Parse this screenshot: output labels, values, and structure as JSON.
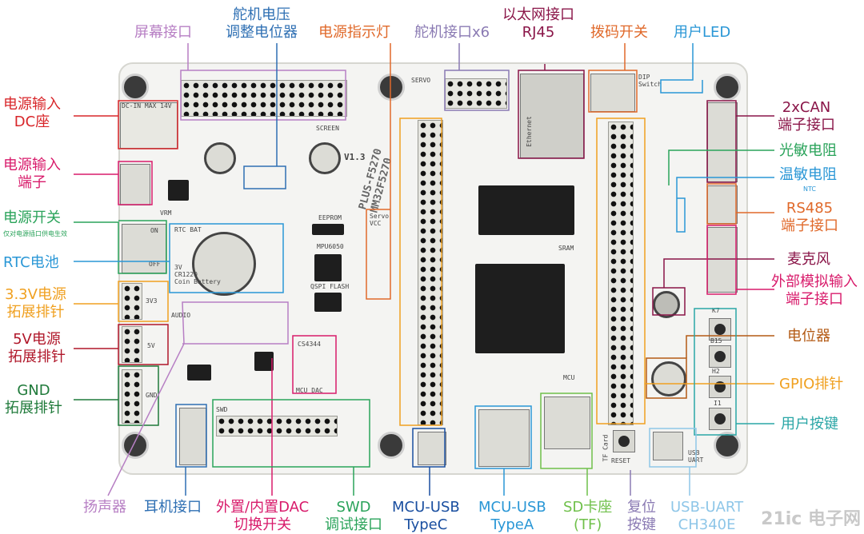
{
  "top": [
    {
      "text": "屏幕接口",
      "color": "#b77fc4"
    },
    {
      "text": "舵机电压\n调整电位器",
      "color": "#2e6fb3"
    },
    {
      "text": "电源指示灯",
      "color": "#e0692a"
    },
    {
      "text": "舵机接口x6",
      "color": "#8a7ab3"
    },
    {
      "text": "以太网接口\nRJ45",
      "color": "#8a1548"
    },
    {
      "text": "拨码开关",
      "color": "#e0692a"
    },
    {
      "text": "用户LED",
      "color": "#2a97d6"
    }
  ],
  "left": [
    {
      "text": "电源输入\nDC座",
      "color": "#d8262a"
    },
    {
      "text": "电源输入\n端子",
      "color": "#d81b6b"
    },
    {
      "text": "电源开关",
      "color": "#2aa35a",
      "sub": "仅对电源插口供电生效"
    },
    {
      "text": "RTC电池",
      "color": "#2a97d6"
    },
    {
      "text": "3.3V电源\n拓展排针",
      "color": "#f0a020"
    },
    {
      "text": "5V电源\n拓展排针",
      "color": "#b0172a"
    },
    {
      "text": "GND\n拓展排针",
      "color": "#1f7a3a"
    }
  ],
  "right": [
    {
      "text": "2xCAN\n端子接口",
      "color": "#8a1548"
    },
    {
      "text": "光敏电阻",
      "color": "#2aa35a"
    },
    {
      "text": "温敏电阻",
      "color": "#2a97d6",
      "sub": "NTC"
    },
    {
      "text": "RS485\n端子接口",
      "color": "#e0692a"
    },
    {
      "text": "麦克风",
      "color": "#8a1548"
    },
    {
      "text": "外部模拟输入\n端子接口",
      "color": "#d81b6b"
    },
    {
      "text": "电位器",
      "color": "#b35a14"
    },
    {
      "text": "GPIO排针",
      "color": "#f0a020"
    },
    {
      "text": "用户按键",
      "color": "#2aa6a6"
    }
  ],
  "bottom": [
    {
      "text": "扬声器",
      "color": "#b77fc4"
    },
    {
      "text": "耳机接口",
      "color": "#2e6fb3"
    },
    {
      "text": "外置/内置DAC\n切换开关",
      "color": "#d81b6b"
    },
    {
      "text": "SWD\n调试接口",
      "color": "#2aa35a"
    },
    {
      "text": "MCU-USB\nTypeC",
      "color": "#1a4fa0"
    },
    {
      "text": "MCU-USB\nTypeA",
      "color": "#2a97d6"
    },
    {
      "text": "SD卡座\n(TF)",
      "color": "#6fc04a"
    },
    {
      "text": "复位\n按键",
      "color": "#8a7ab3"
    },
    {
      "text": "USB-UART\nCH340E",
      "color": "#8ec6e8"
    }
  ],
  "board": {
    "dcin": "DC-IN MAX 14V",
    "screen": "SCREEN",
    "servo": "SERVO",
    "servo_vcc": "Servo\nVCC",
    "eeprom": "EEPROM",
    "mpu": "MPU6050",
    "qspi": "QSPI FLASH",
    "sram": "SRAM",
    "mcu": "MCU",
    "rtc": "RTC BAT",
    "cr": "3V\nCR1220\nCoin Battery",
    "audio": "AUDIO",
    "cs": "CS4344",
    "mcudac": "MCU DAC",
    "swd": "SWD",
    "tfcard": "TF Card",
    "reset": "RESET",
    "usbuart": "USB\nUART",
    "ethernet": "Ethernet",
    "dip": "DIP\nSwitch",
    "vrm": "VRM",
    "on": "ON",
    "off": "OFF",
    "model": "PLUS-F5270\nMM32F5270",
    "ver": "V1.3",
    "v5": "5V",
    "v33": "3V3",
    "gnd": "GND",
    "k7": "K7",
    "k15": "B15",
    "h2": "H2",
    "i1": "I1"
  },
  "watermark": "21ic 电子网"
}
